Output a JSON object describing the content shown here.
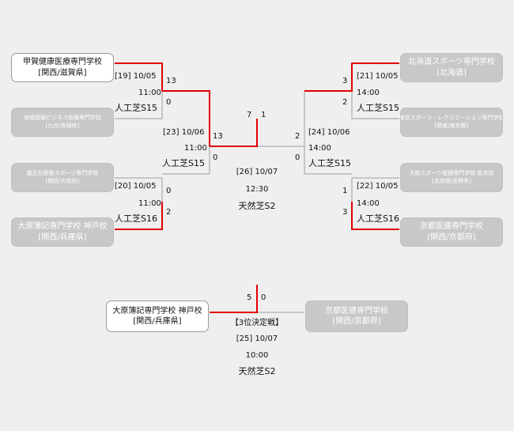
{
  "colors": {
    "background": "#efefef",
    "win_line": "#e00000",
    "lose_line": "#b9b9b9",
    "loser_box": "#c8c8c8",
    "winner_box": "#ffffff"
  },
  "teams": {
    "l1": {
      "name": "甲賀健康医療専門学校",
      "region": "[関西/滋賀県]"
    },
    "l2": {
      "name": "宮崎情報ビジネス医療専門学校",
      "region": "[九州/宮崎県]"
    },
    "l3": {
      "name": "履正社医療スポーツ専門学校",
      "region": "[関西/大阪府]"
    },
    "l4": {
      "name": "大原簿記専門学校 神戸校",
      "region": "[関西/兵庫県]"
    },
    "r1": {
      "name": "北海道スポーツ専門学校",
      "region": "[北海道]"
    },
    "r2": {
      "name": "東京スポーツ・レクリエーション専門学校",
      "region": "[関東/東京都]"
    },
    "r3": {
      "name": "大阪スポーツ医健専門学校 松本校",
      "region": "[北信越/長野県]"
    },
    "r4": {
      "name": "京都医健専門学校",
      "region": "[関西/京都府]"
    },
    "t1": {
      "name": "大原簿記専門学校 神戸校",
      "region": "[関西/兵庫県]"
    },
    "t2": {
      "name": "京都医健専門学校",
      "region": "[関西/京都府]"
    }
  },
  "matches": {
    "m19": {
      "label": "[19] 10/05",
      "time": "11:00",
      "venue": "人工芝S15",
      "score_top": "13",
      "score_bottom": "0"
    },
    "m20": {
      "label": "[20] 10/05",
      "time": "11:00",
      "venue": "人工芝S16",
      "score_top": "0",
      "score_bottom": "2"
    },
    "m21": {
      "label": "[21] 10/05",
      "time": "14:00",
      "venue": "人工芝S15",
      "score_top": "3",
      "score_bottom": "2"
    },
    "m22": {
      "label": "[22] 10/05",
      "time": "14:00",
      "venue": "人工芝S16",
      "score_top": "1",
      "score_bottom": "3"
    },
    "m23": {
      "label": "[23] 10/06",
      "time": "11:00",
      "venue": "人工芝S15",
      "score_top": "13",
      "score_bottom": "0"
    },
    "m24": {
      "label": "[24] 10/06",
      "time": "14:00",
      "venue": "人工芝S15",
      "score_top": "2",
      "score_bottom": "0"
    },
    "m26": {
      "label": "[26] 10/07",
      "time": "12:30",
      "venue": "天然芝S2",
      "score_left": "7",
      "score_right": "1"
    },
    "m25": {
      "title": "【3位決定戦】",
      "label": "[25] 10/07",
      "time": "10:00",
      "venue": "天然芝S2",
      "score_left": "5",
      "score_right": "0"
    }
  }
}
